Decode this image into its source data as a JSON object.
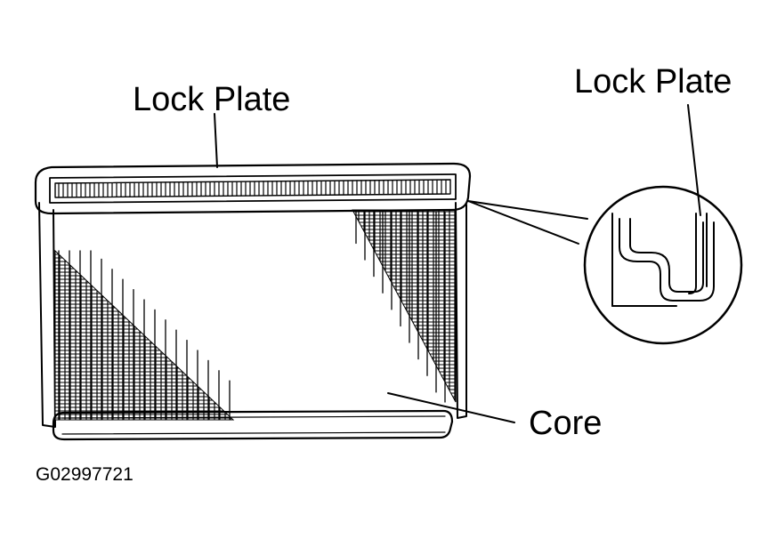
{
  "labels": {
    "lock_plate_left": "Lock Plate",
    "lock_plate_right": "Lock Plate",
    "core": "Core"
  },
  "figure_code": "G02997721"
}
